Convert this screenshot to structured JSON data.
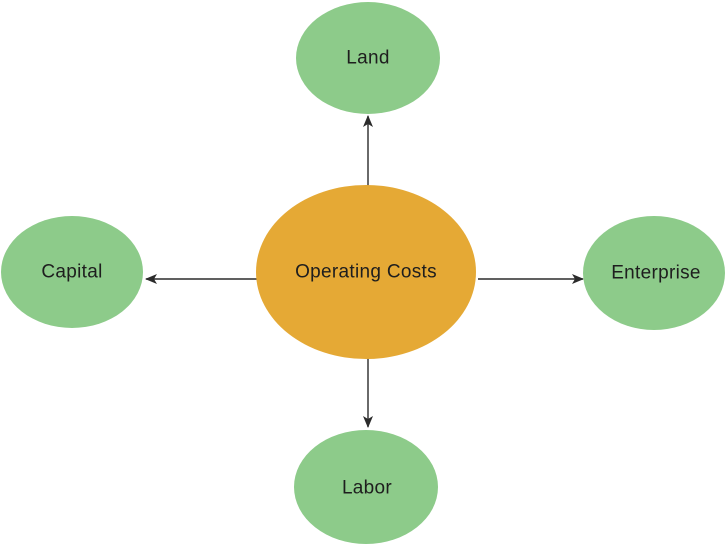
{
  "diagram": {
    "center": {
      "label": "Operating Costs",
      "color": "#e5a935"
    },
    "nodes": {
      "top": {
        "label": "Land",
        "color": "#8dcb8a"
      },
      "left": {
        "label": "Capital",
        "color": "#8dcb8a"
      },
      "right": {
        "label": "Enterprise",
        "color": "#8dcb8a"
      },
      "bottom": {
        "label": "Labor",
        "color": "#8dcb8a"
      }
    },
    "arrow_color": "#2b2b2b"
  }
}
